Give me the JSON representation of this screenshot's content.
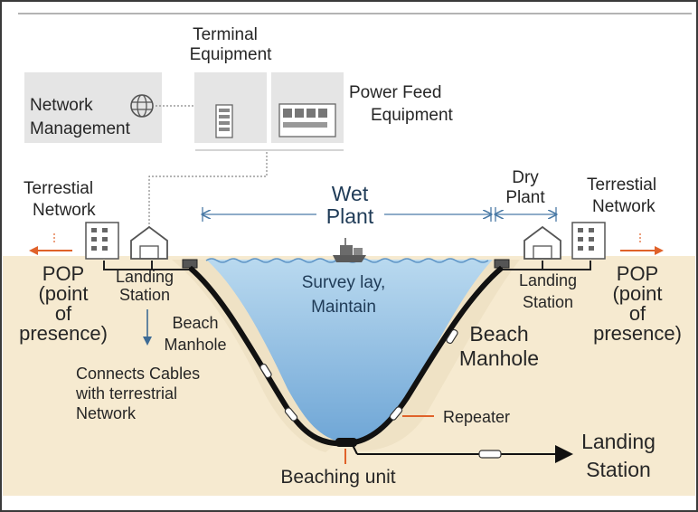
{
  "diagram": {
    "terminal_equipment": [
      "Terminal",
      "Equipment"
    ],
    "network_management": [
      "Network",
      "Management"
    ],
    "power_feed_equipment": [
      "Power Feed",
      "Equipment"
    ],
    "left": {
      "terrestrial_network": [
        "Terrestial",
        "Network"
      ],
      "pop": [
        "POP",
        "(point",
        "of",
        "presence)"
      ],
      "landing_station": [
        "Landing",
        "Station"
      ],
      "beach_manhole": [
        "Beach",
        "Manhole"
      ],
      "connects_note": [
        "Connects Cables",
        "with terrestrial",
        "Network"
      ]
    },
    "right": {
      "terrestrial_network": [
        "Terrestial",
        "Network"
      ],
      "pop": [
        "POP",
        "(point",
        "of",
        "presence)"
      ],
      "landing_station": [
        "Landing",
        "Station"
      ],
      "beach_manhole": [
        "Beach",
        "Manhole"
      ]
    },
    "wet_plant": [
      "Wet",
      "Plant"
    ],
    "dry_plant": [
      "Dry",
      "Plant"
    ],
    "survey_lay": [
      "Survey lay,",
      "Maintain"
    ],
    "repeater": "Repeater",
    "beaching_unit": "Beaching unit",
    "branch_landing_station": [
      "Landing",
      "Station"
    ],
    "icons": [
      "globe-icon",
      "rack-icon",
      "power-supply-icon",
      "building-icon",
      "warehouse-icon",
      "ship-icon",
      "manhole-icon",
      "repeater-icon"
    ],
    "colors": {
      "sand": "#f6ead0",
      "water": "#a8cde9",
      "water_deep": "#7fb3dd",
      "cable": "#111111",
      "panel": "#e5e5e5",
      "blue_line": "#4a7aa6",
      "orange": "#e0622a"
    }
  }
}
